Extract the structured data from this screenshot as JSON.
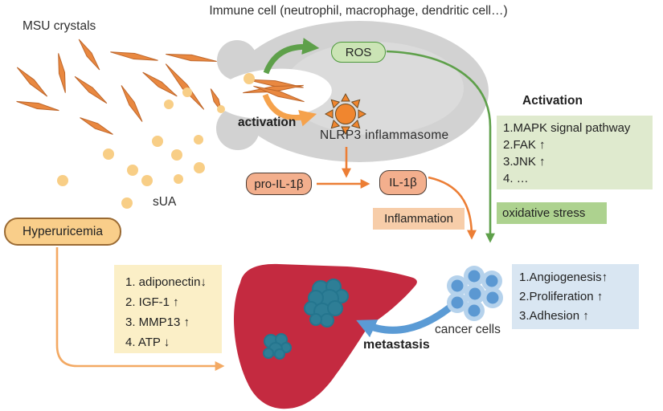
{
  "title": "Immune cell (neutrophil, macrophage, dendritic cell…)",
  "labels": {
    "msu_crystals": "MSU crystals",
    "sua": "sUA",
    "activation": "activation",
    "nlrp3": "NLRP3 inflammasome",
    "ros": "ROS",
    "pro_il1b": "pro-IL-1β",
    "il1b": "IL-1β",
    "inflammation": "Inflammation",
    "hyperuricemia": "Hyperuricemia",
    "activation_heading": "Activation",
    "oxidative_stress": "oxidative stress",
    "cancer_cells": "cancer cells",
    "metastasis": "metastasis"
  },
  "lists": {
    "activation_effects": [
      "1.MAPK signal pathway",
      "2.FAK ↑",
      "3.JNK ↑",
      "4.  …"
    ],
    "hyperuricemia_effects": [
      "1. adiponectin↓",
      "2. IGF-1 ↑",
      "3. MMP13 ↑",
      "4. ATP ↓"
    ],
    "cancer_effects": [
      "1.Angiogenesis↑",
      "2.Proliferation ↑",
      "3.Adhesion ↑"
    ]
  },
  "colors": {
    "crystal_orange": "#E98840",
    "sua_yellow": "#F8CE86",
    "cell_gray": "#D2D2D2",
    "ros_green_bg": "#CBE4B5",
    "ros_green_border": "#4C983B",
    "green_arrow": "#5EA04A",
    "orange_arrow": "#EC7E35",
    "peach_box": "#F3AF8D",
    "inflammation_bg": "#F7CDA9",
    "hyperuricemia_bg": "#F9CE8A",
    "yellow_box": "#FBEFC7",
    "green_list_bg": "#DFEACE",
    "oxidative_bg": "#ADD28F",
    "blue_box": "#D9E6F2",
    "cancer_blue": "#5B98D2",
    "liver_red": "#C42A40",
    "tumor_teal": "#2E7E96",
    "metastasis_blue": "#5B9BD5"
  }
}
